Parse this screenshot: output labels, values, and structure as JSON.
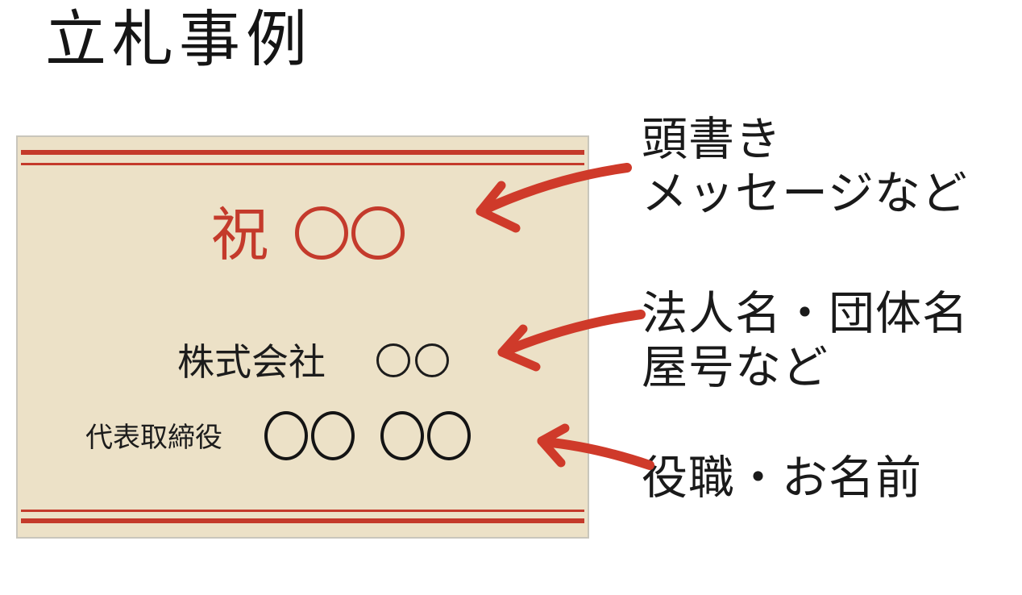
{
  "page": {
    "title": "立札事例"
  },
  "card": {
    "headline": {
      "label": "祝",
      "placeholder": "○○"
    },
    "company_line": {
      "label": "株式会社",
      "placeholder": "○○"
    },
    "name_line": {
      "label": "代表取締役",
      "placeholder": "○○ ○○"
    }
  },
  "annotations": [
    {
      "id": "headline-note",
      "lines": [
        "頭書き",
        "メッセージなど"
      ]
    },
    {
      "id": "company-note",
      "lines": [
        "法人名・団体名",
        "屋号など"
      ]
    },
    {
      "id": "name-note",
      "lines": [
        "役職・お名前"
      ]
    }
  ],
  "arrows": [
    {
      "name": "arrow-to-headline"
    },
    {
      "name": "arrow-to-company-name"
    },
    {
      "name": "arrow-to-person-name"
    }
  ],
  "colors": {
    "card_red": "#c43a2b",
    "arrow_red": "#cf3a2a",
    "card_background": "#ece1c7",
    "card_border": "#c9c6bc",
    "text_black": "#1c1c1c"
  }
}
